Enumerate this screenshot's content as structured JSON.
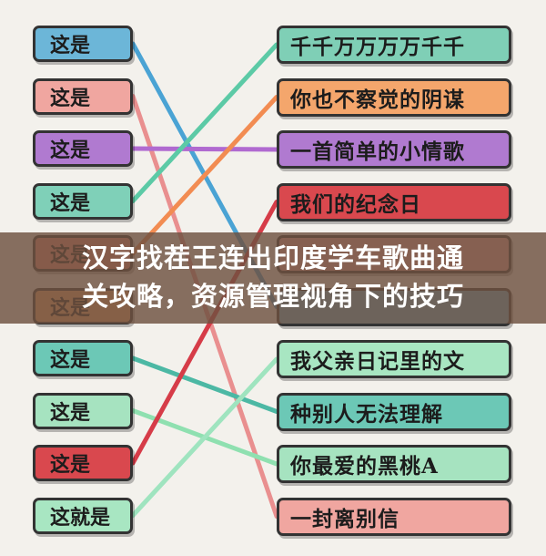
{
  "title_banner": {
    "line1": "汉字找茬王连出印度学车歌曲通",
    "line2": "关攻略，资源管理视角下的技巧"
  },
  "left_items": [
    {
      "label": "这是",
      "color": "#6cb6d8"
    },
    {
      "label": "这是",
      "color": "#f0a6a0"
    },
    {
      "label": "这是",
      "color": "#b07ad0"
    },
    {
      "label": "这是",
      "color": "#7fd0b8"
    },
    {
      "label": "这是",
      "color": "#f28a7a"
    },
    {
      "label": "这是",
      "color": "#f0a86a"
    },
    {
      "label": "这是",
      "color": "#6cc8b6"
    },
    {
      "label": "这是",
      "color": "#a6e3c0"
    },
    {
      "label": "这是",
      "color": "#d9484e"
    },
    {
      "label": "这就是",
      "color": "#a8e6c2"
    }
  ],
  "right_items": [
    {
      "label": "千千万万万万千千",
      "color": "#7fcfb6"
    },
    {
      "label": "你也不察觉的阴谋",
      "color": "#f4a66c"
    },
    {
      "label": "一首简单的小情歌",
      "color": "#b07ad0"
    },
    {
      "label": "我们的纪念日",
      "color": "#d9484e"
    },
    {
      "label": "",
      "color": "#f0a6a0"
    },
    {
      "label": "",
      "color": "#6cb6d8"
    },
    {
      "label": "我父亲日记里的文",
      "color": "#a8e6c2"
    },
    {
      "label": "种别人无法理解",
      "color": "#6cc8b6"
    },
    {
      "label": "你最爱的黑桃A",
      "color": "#a6e3c0"
    },
    {
      "label": "一封离别信",
      "color": "#f0a6a0"
    }
  ],
  "connections": [
    {
      "from": 0,
      "to": 5,
      "color": "#4aa3d4"
    },
    {
      "from": 1,
      "to": 9,
      "color": "#e98f8f"
    },
    {
      "from": 2,
      "to": 2,
      "color": "#b06ad0"
    },
    {
      "from": 3,
      "to": 0,
      "color": "#5ccaa6"
    },
    {
      "from": 4,
      "to": 1,
      "color": "#f28c52"
    },
    {
      "from": 6,
      "to": 7,
      "color": "#4cb8a4"
    },
    {
      "from": 7,
      "to": 8,
      "color": "#8fe0b0"
    },
    {
      "from": 8,
      "to": 3,
      "color": "#d63c48"
    },
    {
      "from": 9,
      "to": 6,
      "color": "#9fe4bf"
    }
  ]
}
